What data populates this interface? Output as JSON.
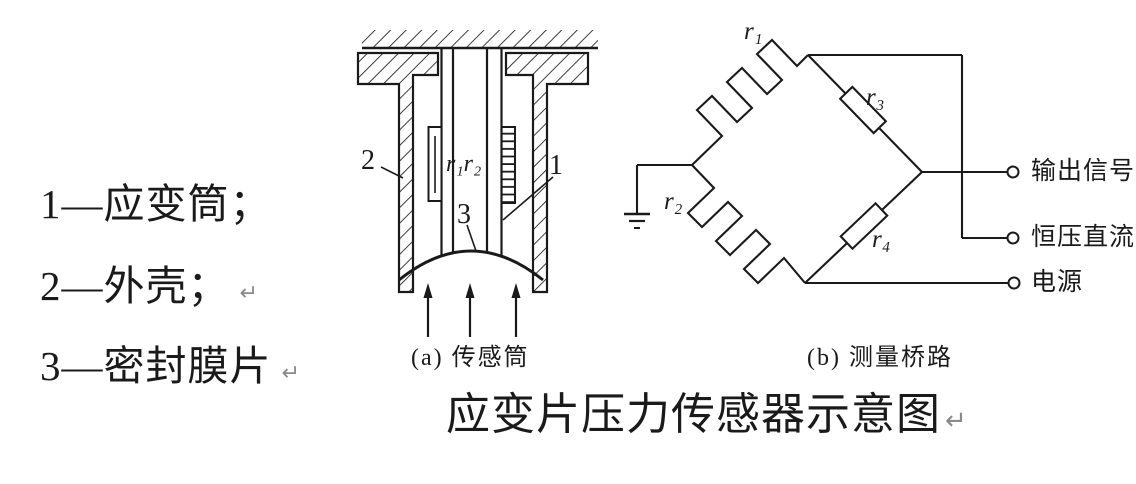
{
  "colors": {
    "ink": "#1a1a1a",
    "paragraph_mark": "#8a8a8a",
    "background": "#ffffff"
  },
  "legend": {
    "items": [
      {
        "text": "1—应变筒；",
        "mark": ""
      },
      {
        "text": "2—外壳；",
        "mark": "↵"
      },
      {
        "text": "3—密封膜片",
        "mark": "↵"
      }
    ]
  },
  "diagram_a": {
    "caption": "(a) 传感筒",
    "label_cylinder": "1",
    "label_housing": "2",
    "label_diaphragm": "3",
    "label_gauges": "r₁r₂"
  },
  "diagram_b": {
    "caption": "(b) 测量桥路",
    "label_r1": "r₁",
    "label_r2": "r₂",
    "label_r3": "r₃",
    "label_r4": "r₄",
    "terminals": [
      "输出信号",
      "恒压直流",
      "电源"
    ]
  },
  "title": {
    "text": "应变片压力传感器示意图",
    "mark": "↵"
  }
}
